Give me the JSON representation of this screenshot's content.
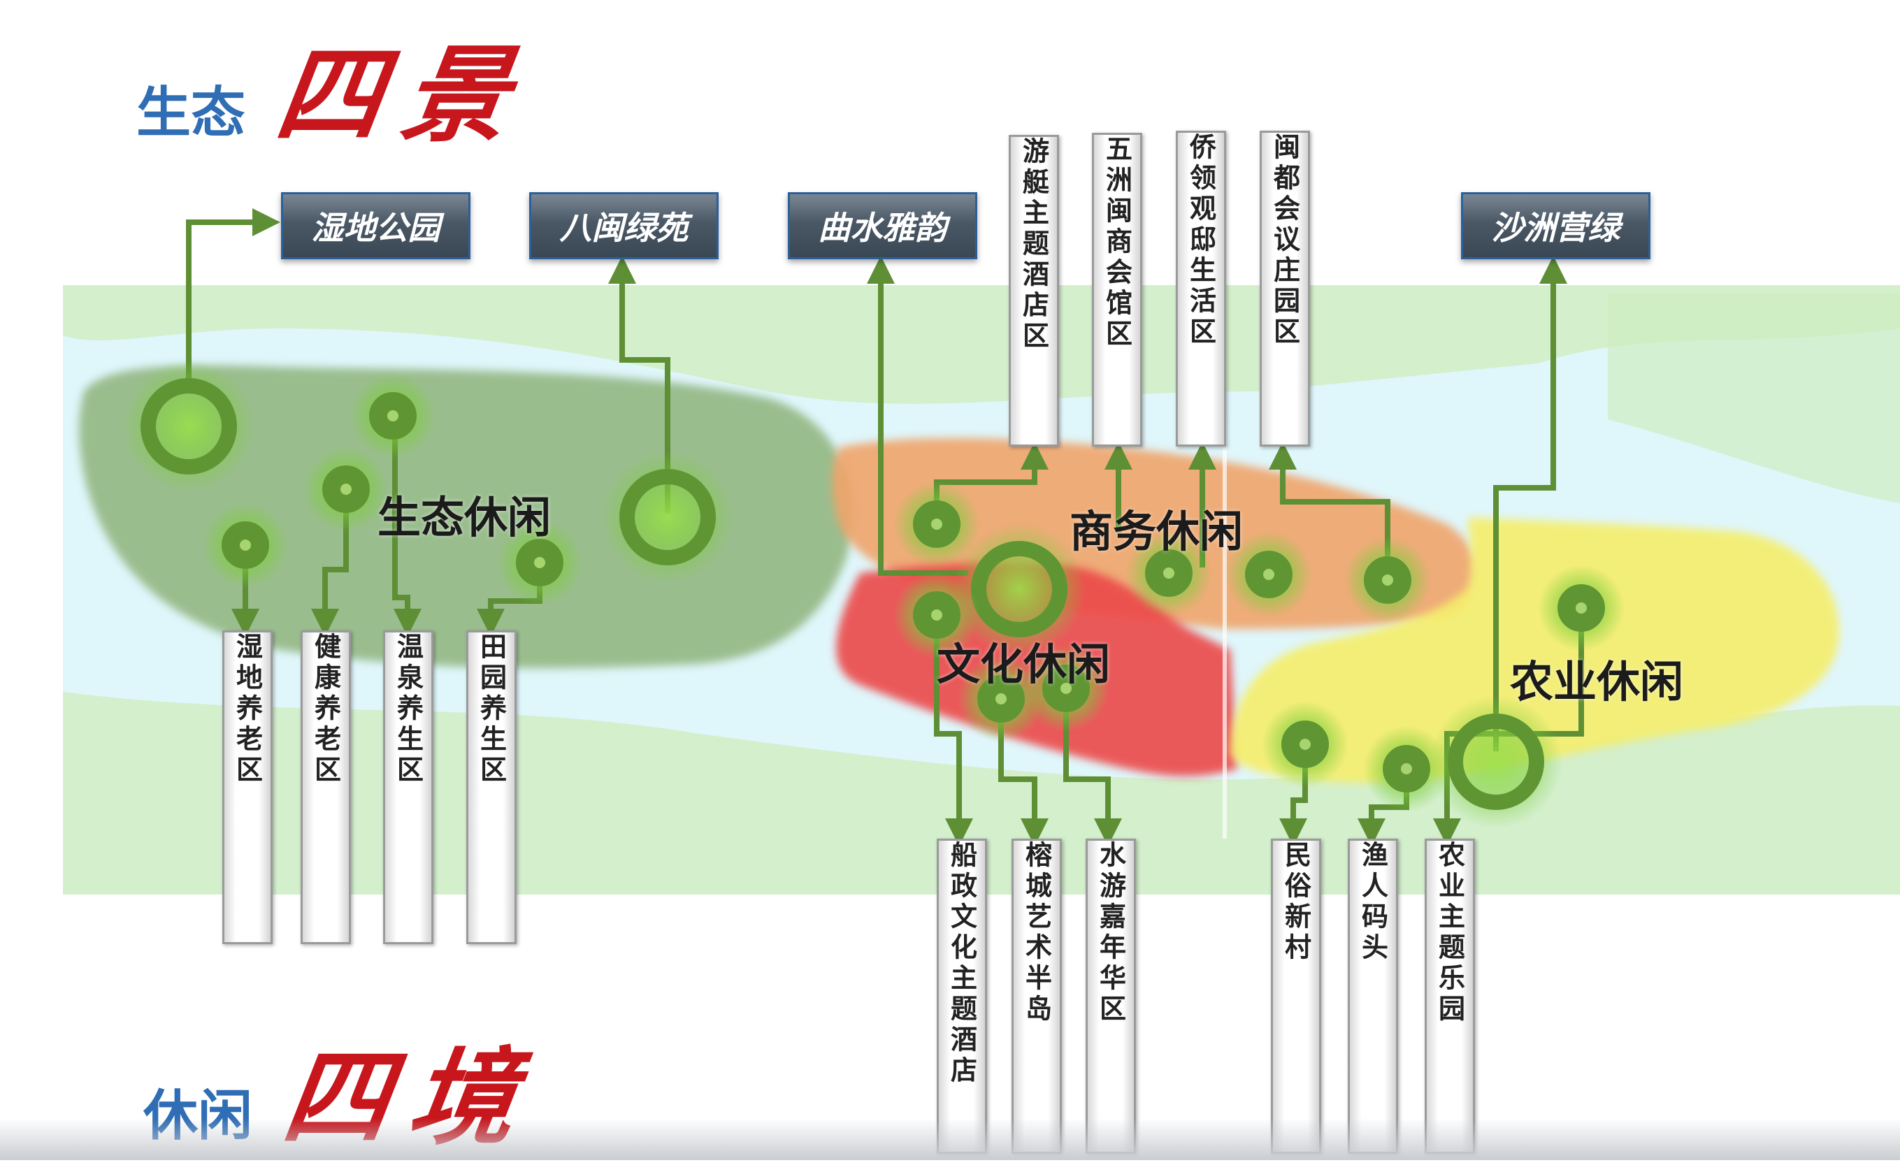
{
  "header": {
    "top": "生态",
    "top_callig": "四景"
  },
  "footer": {
    "bottom": "休闲",
    "bottom_callig": "四境"
  },
  "zones": {
    "ecology": "生态休闲",
    "business": "商务休闲",
    "culture": "文化休闲",
    "agriculture": "农业休闲"
  },
  "scenes": [
    "湿地公园",
    "八闽绿苑",
    "曲水雅韵",
    "沙洲营绿"
  ],
  "top_areas": [
    "游艇主题酒店区",
    "五洲闽商会馆区",
    "侨领观邸生活区",
    "闽都会议庄园区"
  ],
  "bottom_areas": [
    "湿地养老区",
    "健康养老区",
    "温泉养生区",
    "田园养生区",
    "船政文化主题酒店",
    "榕城艺术半岛",
    "水游嘉年华区",
    "民俗新村",
    "渔人码头",
    "农业主题乐园"
  ],
  "colors": {
    "title_blue": "#2f6db5",
    "callig_red": "#c8161d",
    "arrow_green": "#5e8f35",
    "ecology_zone": "#8fb47b",
    "business_zone": "#f0a46a",
    "culture_zone": "#ec4848",
    "agri_zone": "#f6ee6a",
    "water": "#dff6fb"
  }
}
